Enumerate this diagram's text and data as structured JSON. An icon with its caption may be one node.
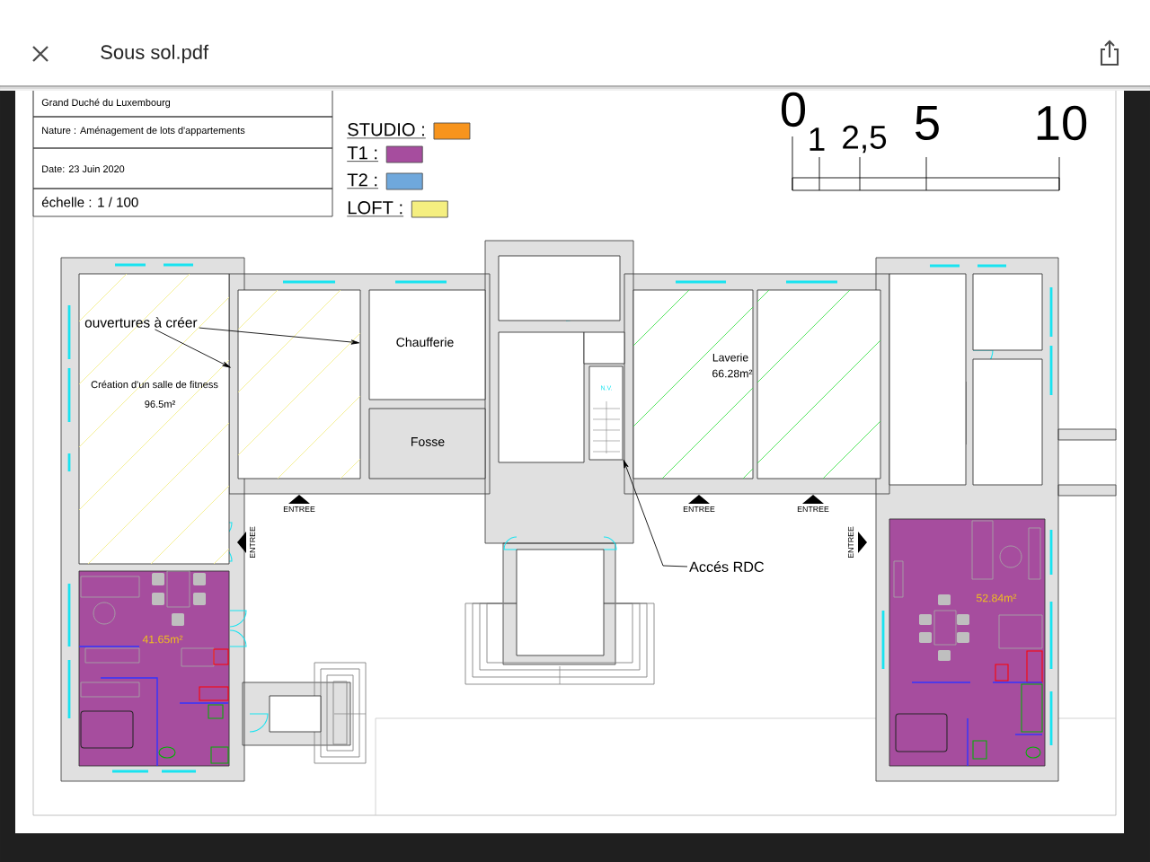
{
  "diagram": {
    "title": "Sous sol.pdf",
    "nodes": [
      {
        "text": [
          "Création d'un salle de fitness",
          "96.5m²"
        ]
      },
      {
        "text": [
          "ouvertures à créer"
        ],
        "in": 0
      },
      {
        "text": [],
        "shape": "box"
      },
      {
        "text": [
          "Chaufferie"
        ]
      },
      {
        "text": [
          "Fosse"
        ]
      },
      {
        "text": [
          "N.V."
        ]
      },
      {
        "text": [
          "Laverie",
          "66.28m²"
        ]
      },
      {
        "text": [],
        "shape": "box"
      },
      {
        "text": [
          "Accés RDC"
        ]
      },
      {
        "text": [
          "52.84m²"
        ]
      },
      {
        "text": [
          "41.65m²"
        ]
      },
      {
        "text": [],
        "shape": "box"
      },
      {
        "text": [],
        "shape": "box"
      },
      {
        "text": [],
        "shape": "box"
      },
      {
        "text": [],
        "shape": "box"
      },
      {
        "text": [],
        "shape": "box"
      },
      {
        "text": [],
        "shape": "box"
      },
      {
        "text": [],
        "shape": "box"
      },
      {
        "text": [],
        "shape": "box"
      }
    ],
    "edges": [
      {
        "from": 1,
        "to": null,
        "arrow": "to"
      },
      {
        "from": 1,
        "to": 2,
        "arrow": "to"
      },
      {
        "from": 8,
        "to": 5,
        "arrow": "to"
      }
    ],
    "labels": [
      "Grand Duché du Luxembourg",
      "Nature : Aménagement de lots d'appartements",
      "Date: 23 Juin 2020",
      "échelle : 1 / 100",
      "0",
      "1",
      "2,5",
      "5",
      "10",
      "ENTREE",
      "ENTREE",
      "ENTREE",
      "ENTREE",
      "ENTREE"
    ],
    "legend": [
      {
        "text": "STUDIO :",
        "color": "#f7941d"
      },
      {
        "text": "T1 :",
        "color": "#a64d9e"
      },
      {
        "text": "T2 :",
        "color": "#6fa8dc"
      },
      {
        "text": "LOFT :",
        "color": "#f5ef80"
      }
    ]
  }
}
